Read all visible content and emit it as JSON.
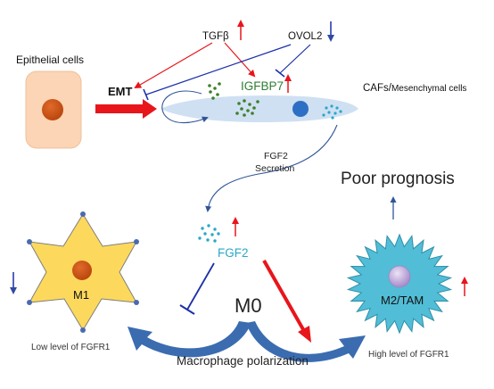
{
  "labels": {
    "epithelial": "Epithelial cells",
    "emt": "EMT",
    "tgfb": "TGFβ",
    "ovol2": "OVOL2",
    "igfbp7": "IGFBP7",
    "cafs": "CAFs/",
    "mesenchymal": "Mesenchymal cells",
    "fgf2_secretion_line1": "FGF2",
    "fgf2_secretion_line2": "Secretion",
    "poor_prognosis": "Poor prognosis",
    "fgf2": "FGF2",
    "m0": "M0",
    "m1": "M1",
    "m2": "M2/TAM",
    "low_fgfr1": "Low level of FGFR1",
    "high_fgfr1": "High level of FGFR1",
    "polarization": "Macrophage polarization"
  },
  "colors": {
    "red_arrow": "#e8151b",
    "blue_arrow": "#1b2fa8",
    "curved_arrow": "#4472c4",
    "igfbp7_text": "#2e7d32",
    "fgf2_text": "#2aa8c8",
    "m2_cell": "#52bdd6",
    "m1_star": "#fcd95c",
    "nucleus": "#cc4a10",
    "fibroblast": "#cfe0f3"
  }
}
